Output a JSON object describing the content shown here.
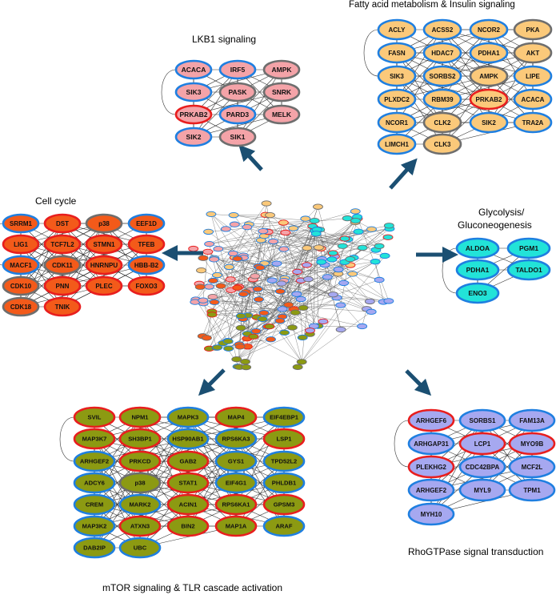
{
  "colors": {
    "border_blue": "#1f7fe0",
    "border_red": "#e81e1e",
    "border_gray": "#6e6e6e",
    "fill_lkb1": "#f4a3a8",
    "fill_fatty": "#fbc97a",
    "fill_cell": "#f35a1a",
    "fill_glyco": "#22e3d8",
    "fill_mtor": "#8c9a12",
    "fill_rho": "#a6a8f0",
    "arrow": "#1b4f72",
    "edge": "#333333"
  },
  "clusters": [
    {
      "id": "lkb1",
      "title": "LKB1 signaling",
      "fill": "#f4a3a8",
      "nodes": [
        {
          "label": "ACACA",
          "b": "blue"
        },
        {
          "label": "IRF5",
          "b": "blue"
        },
        {
          "label": "AMPK",
          "b": "gray"
        },
        {
          "label": "SIK3",
          "b": "blue"
        },
        {
          "label": "PASK",
          "b": "gray"
        },
        {
          "label": "SNRK",
          "b": "gray"
        },
        {
          "label": "PRKAB2",
          "b": "red"
        },
        {
          "label": "PARD3",
          "b": "blue"
        },
        {
          "label": "MELK",
          "b": "gray"
        },
        {
          "label": "SIK2",
          "b": "blue"
        },
        {
          "label": "SIK1",
          "b": "gray"
        }
      ]
    },
    {
      "id": "fatty",
      "title": "Fatty acid metabolism & Insulin signaling",
      "fill": "#fbc97a",
      "nodes": [
        {
          "label": "ACLY",
          "b": "blue"
        },
        {
          "label": "ACSS2",
          "b": "blue"
        },
        {
          "label": "NCOR2",
          "b": "blue"
        },
        {
          "label": "PKA",
          "b": "gray"
        },
        {
          "label": "FASN",
          "b": "blue"
        },
        {
          "label": "HDAC7",
          "b": "blue"
        },
        {
          "label": "PDHA1",
          "b": "blue"
        },
        {
          "label": "AKT",
          "b": "gray"
        },
        {
          "label": "SIK3",
          "b": "blue"
        },
        {
          "label": "SORBS2",
          "b": "blue"
        },
        {
          "label": "AMPK",
          "b": "gray"
        },
        {
          "label": "LIPE",
          "b": "blue"
        },
        {
          "label": "PLXDC2",
          "b": "blue"
        },
        {
          "label": "RBM39",
          "b": "blue"
        },
        {
          "label": "PRKAB2",
          "b": "red"
        },
        {
          "label": "ACACA",
          "b": "blue"
        },
        {
          "label": "NCOR1",
          "b": "blue"
        },
        {
          "label": "CLK2",
          "b": "gray"
        },
        {
          "label": "SIK2",
          "b": "blue"
        },
        {
          "label": "TRA2A",
          "b": "blue"
        },
        {
          "label": "LIMCH1",
          "b": "blue"
        },
        {
          "label": "CLK3",
          "b": "gray"
        }
      ]
    },
    {
      "id": "cell",
      "title": "Cell cycle",
      "fill": "#f35a1a",
      "nodes": [
        {
          "label": "SRRM1",
          "b": "blue"
        },
        {
          "label": "DST",
          "b": "red"
        },
        {
          "label": "p38",
          "b": "gray"
        },
        {
          "label": "EEF1D",
          "b": "blue"
        },
        {
          "label": "LIG1",
          "b": "red"
        },
        {
          "label": "TCF7L2",
          "b": "red"
        },
        {
          "label": "STMN1",
          "b": "red"
        },
        {
          "label": "TFEB",
          "b": "red"
        },
        {
          "label": "MACF1",
          "b": "blue"
        },
        {
          "label": "CDK11",
          "b": "gray"
        },
        {
          "label": "HNRNPU",
          "b": "red"
        },
        {
          "label": "HBB-B2",
          "b": "blue"
        },
        {
          "label": "CDK10",
          "b": "gray"
        },
        {
          "label": "PNN",
          "b": "red"
        },
        {
          "label": "PLEC",
          "b": "red"
        },
        {
          "label": "FOXO3",
          "b": "red"
        },
        {
          "label": "CDK18",
          "b": "gray"
        },
        {
          "label": "TNIK",
          "b": "red"
        }
      ]
    },
    {
      "id": "glyco",
      "title": "Glycolysis/ Gluconeogenesis",
      "title_line1": "Glycolysis/",
      "title_line2": "Gluconeogenesis",
      "fill": "#22e3d8",
      "nodes": [
        {
          "label": "ALDOA",
          "b": "blue"
        },
        {
          "label": "PGM1",
          "b": "blue"
        },
        {
          "label": "PDHA1",
          "b": "blue"
        },
        {
          "label": "TALDO1",
          "b": "blue"
        },
        {
          "label": "ENO3",
          "b": "blue"
        }
      ]
    },
    {
      "id": "mtor",
      "title": "mTOR signaling & TLR cascade activation",
      "fill": "#8c9a12",
      "nodes": [
        {
          "label": "SVIL",
          "b": "red"
        },
        {
          "label": "NPM1",
          "b": "red"
        },
        {
          "label": "MAPK3",
          "b": "blue"
        },
        {
          "label": "MAP4",
          "b": "red"
        },
        {
          "label": "EIF4EBP1",
          "b": "blue"
        },
        {
          "label": "MAP3K7",
          "b": "red"
        },
        {
          "label": "SH3BP1",
          "b": "red"
        },
        {
          "label": "HSP90AB1",
          "b": "blue"
        },
        {
          "label": "RPS6KA3",
          "b": "blue"
        },
        {
          "label": "LSP1",
          "b": "red"
        },
        {
          "label": "ARHGEF2",
          "b": "blue"
        },
        {
          "label": "PRKCD",
          "b": "red"
        },
        {
          "label": "GAB2",
          "b": "red"
        },
        {
          "label": "GYS1",
          "b": "blue"
        },
        {
          "label": "TPD52L2",
          "b": "blue"
        },
        {
          "label": "ADCY6",
          "b": "blue"
        },
        {
          "label": "p38",
          "b": "gray"
        },
        {
          "label": "STAT1",
          "b": "red"
        },
        {
          "label": "EIF4G1",
          "b": "blue"
        },
        {
          "label": "PHLDB1",
          "b": "blue"
        },
        {
          "label": "CREM",
          "b": "blue"
        },
        {
          "label": "MARK2",
          "b": "blue"
        },
        {
          "label": "ACIN1",
          "b": "red"
        },
        {
          "label": "RPS6KA1",
          "b": "red"
        },
        {
          "label": "GPSM3",
          "b": "red"
        },
        {
          "label": "MAP3K2",
          "b": "blue"
        },
        {
          "label": "ATXN3",
          "b": "red"
        },
        {
          "label": "BIN2",
          "b": "red"
        },
        {
          "label": "MAP1A",
          "b": "red"
        },
        {
          "label": "ARAF",
          "b": "blue"
        },
        {
          "label": "DAB2IP",
          "b": "blue"
        },
        {
          "label": "UBC",
          "b": "blue"
        }
      ]
    },
    {
      "id": "rho",
      "title": "RhoGTPase signal transduction",
      "fill": "#a6a8f0",
      "nodes": [
        {
          "label": "ARHGEF6",
          "b": "red"
        },
        {
          "label": "SORBS1",
          "b": "blue"
        },
        {
          "label": "FAM13A",
          "b": "blue"
        },
        {
          "label": "ARHGAP31",
          "b": "blue"
        },
        {
          "label": "LCP1",
          "b": "red"
        },
        {
          "label": "MYO9B",
          "b": "red"
        },
        {
          "label": "PLEKHG2",
          "b": "red"
        },
        {
          "label": "CDC42BPA",
          "b": "blue"
        },
        {
          "label": "MCF2L",
          "b": "blue"
        },
        {
          "label": "ARHGEF2",
          "b": "blue"
        },
        {
          "label": "MYL9",
          "b": "blue"
        },
        {
          "label": "TPM1",
          "b": "blue"
        },
        {
          "label": "MYH10",
          "b": "blue"
        }
      ]
    }
  ]
}
